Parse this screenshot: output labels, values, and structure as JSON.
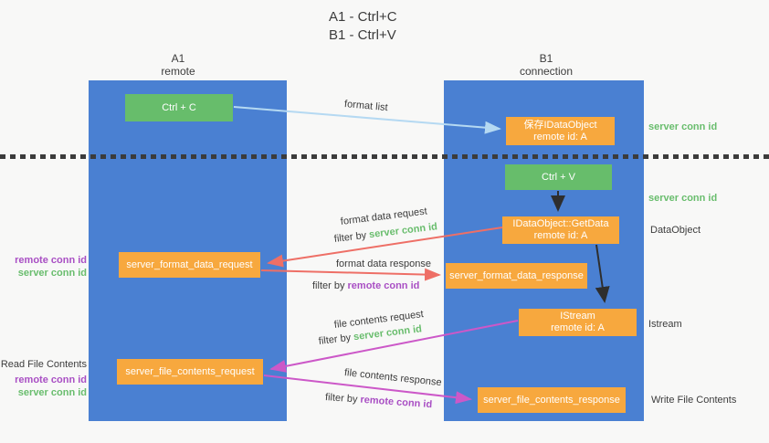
{
  "title": {
    "line1": "A1 - Ctrl+C",
    "line2": "B1 - Ctrl+V"
  },
  "lifelines": {
    "left": {
      "name": "A1",
      "role": "remote"
    },
    "right": {
      "name": "B1",
      "role": "connection"
    }
  },
  "nodes": {
    "ctrl_c": {
      "label": "Ctrl + C"
    },
    "save_dataobject": {
      "line1": "保存IDataObject",
      "line2": "remote id: A"
    },
    "ctrl_v": {
      "label": "Ctrl + V"
    },
    "getdata": {
      "line1": "IDataObject::GetData",
      "line2": "remote id: A"
    },
    "format_request": {
      "label": "server_format_data_request"
    },
    "format_response": {
      "label": "server_format_data_response"
    },
    "istream": {
      "line1": "IStream",
      "line2": "remote id: A"
    },
    "file_request": {
      "label": "server_file_contents_request"
    },
    "file_response": {
      "label": "server_file_contents_response"
    }
  },
  "arrows": {
    "format_list": {
      "label": "format list"
    },
    "format_data_request": {
      "label": "format data request",
      "filter_prefix": "filter by ",
      "filter_key": "server conn id"
    },
    "format_data_response": {
      "label": "format data response",
      "filter_prefix": "filter by ",
      "filter_key": "remote conn id"
    },
    "file_contents_request": {
      "label": "file contents request",
      "filter_prefix": "filter by ",
      "filter_key": "server conn id"
    },
    "file_contents_response": {
      "label": "file contents response",
      "filter_prefix": "filter by ",
      "filter_key": "remote conn id"
    }
  },
  "side_labels": {
    "right_server_conn_top": "server conn id",
    "right_server_conn_mid": "server conn id",
    "dataobject": "DataObject",
    "istream": "Istream",
    "write_file_contents": "Write File Contents",
    "left_remote_conn_top": "remote conn id",
    "left_server_conn_top": "server conn id",
    "read_file_contents": "Read File Contents",
    "left_remote_conn_bottom": "remote conn id",
    "left_server_conn_bottom": "server conn id"
  },
  "colors": {
    "column_blue": "#4a80d2",
    "node_green": "#67bd6b",
    "node_orange": "#f7a83e",
    "arrow_light_blue": "#b5d9f2",
    "arrow_red": "#ee6f66",
    "arrow_magenta": "#cc58c8",
    "arrow_black": "#2e2e2e",
    "label_green": "#69bd6d",
    "label_purple": "#a94fc4",
    "separator_dark": "#3b3b3b",
    "background": "#f8f8f7"
  }
}
